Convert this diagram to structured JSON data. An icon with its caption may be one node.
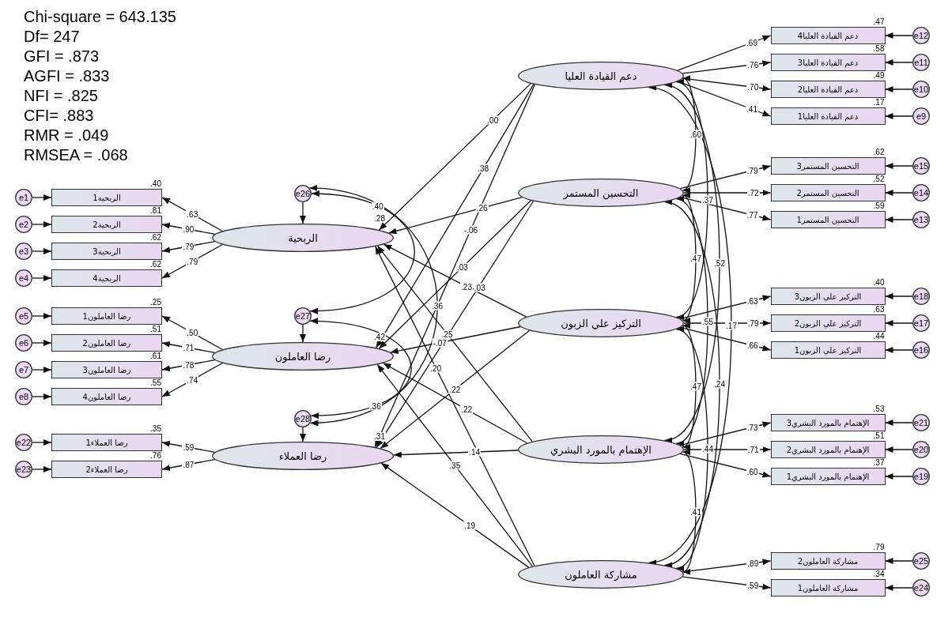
{
  "diagram": {
    "nodes": [
      {
        "text": [
          "الربحية"
        ],
        "beside": [
          ".28"
        ]
      },
      {
        "text": [
          "رضا العاملون"
        ],
        "beside": [
          ".42"
        ]
      },
      {
        "text": [
          "رضا العملاء"
        ],
        "beside": [
          ".31"
        ]
      },
      {
        "text": [
          "e26"
        ]
      },
      {
        "text": [
          "e27"
        ]
      },
      {
        "text": [
          "e28"
        ]
      },
      {
        "text": [
          "الربحية1"
        ],
        "beside": [
          ".40"
        ]
      },
      {
        "text": [
          "الربحية2"
        ],
        "beside": [
          ".81"
        ]
      },
      {
        "text": [
          "الربحية3"
        ],
        "beside": [
          ".62"
        ]
      },
      {
        "text": [
          "الربحية4"
        ],
        "beside": [
          ".62"
        ]
      },
      {
        "text": [
          "رضا العاملون1"
        ],
        "beside": [
          ".25"
        ]
      },
      {
        "text": [
          "رضا العاملون2"
        ],
        "beside": [
          ".51"
        ]
      },
      {
        "text": [
          "رضا العاملون3"
        ],
        "beside": [
          ".61"
        ]
      },
      {
        "text": [
          "رضا العاملون4"
        ],
        "beside": [
          ".55"
        ]
      },
      {
        "text": [
          "رضا العملاء1"
        ],
        "beside": [
          ".35"
        ]
      },
      {
        "text": [
          "رضا العملاء2"
        ],
        "beside": [
          ".76"
        ]
      },
      {
        "text": [
          "e1"
        ]
      },
      {
        "text": [
          "e2"
        ]
      },
      {
        "text": [
          "e3"
        ]
      },
      {
        "text": [
          "e4"
        ]
      },
      {
        "text": [
          "e5"
        ]
      },
      {
        "text": [
          "e6"
        ]
      },
      {
        "text": [
          "e7"
        ]
      },
      {
        "text": [
          "e8"
        ]
      },
      {
        "text": [
          "e22"
        ]
      },
      {
        "text": [
          "e23"
        ]
      },
      {
        "text": [
          "دعم القيادة العليا"
        ]
      },
      {
        "text": [
          "التحسين المستمر"
        ]
      },
      {
        "text": [
          "التركيز علي الزبون"
        ]
      },
      {
        "text": [
          "الإهتمام بالمورد البشري"
        ]
      },
      {
        "text": [
          "مشاركة العاملون"
        ]
      },
      {
        "text": [
          "دعم القيادة العليا4"
        ],
        "beside": [
          ".47"
        ]
      },
      {
        "text": [
          "دعم القيادة العليا3"
        ],
        "beside": [
          ".58"
        ]
      },
      {
        "text": [
          "دعم القيادة العليا2"
        ],
        "beside": [
          ".49"
        ]
      },
      {
        "text": [
          "دعم القيادة العليا1"
        ],
        "beside": [
          ".17"
        ]
      },
      {
        "text": [
          "التحسين المستمر3"
        ],
        "beside": [
          ".62"
        ]
      },
      {
        "text": [
          "التحسين المستمر2"
        ],
        "beside": [
          ".52"
        ]
      },
      {
        "text": [
          "التحسين المستمر1"
        ],
        "beside": [
          ".59"
        ]
      },
      {
        "text": [
          "التركيز علي الزبون3"
        ],
        "beside": [
          ".40"
        ]
      },
      {
        "text": [
          "التركيز علي الزبون2"
        ],
        "beside": [
          ".63"
        ]
      },
      {
        "text": [
          "التركيز علي الزبون1"
        ],
        "beside": [
          ".44"
        ]
      },
      {
        "text": [
          "الإهتمام بالمورد البشري3"
        ],
        "beside": [
          ".53"
        ]
      },
      {
        "text": [
          "الإهتمام بالمورد البشري2"
        ],
        "beside": [
          ".51"
        ]
      },
      {
        "text": [
          "الإهتمام بالمورد البشري1"
        ],
        "beside": [
          ".37"
        ]
      },
      {
        "text": [
          "مشاركة العاملون2"
        ],
        "beside": [
          ".79"
        ]
      },
      {
        "text": [
          "مشاركة العاملون1"
        ],
        "beside": [
          ".34"
        ]
      },
      {
        "text": [
          "e12"
        ]
      },
      {
        "text": [
          "e11"
        ]
      },
      {
        "text": [
          "e10"
        ]
      },
      {
        "text": [
          "e9"
        ]
      },
      {
        "text": [
          "e15"
        ]
      },
      {
        "text": [
          "e14"
        ]
      },
      {
        "text": [
          "e13"
        ]
      },
      {
        "text": [
          "e18"
        ]
      },
      {
        "text": [
          "e17"
        ]
      },
      {
        "text": [
          "e16"
        ]
      },
      {
        "text": [
          "e21"
        ]
      },
      {
        "text": [
          "e20"
        ]
      },
      {
        "text": [
          "e19"
        ]
      },
      {
        "text": [
          "e25"
        ]
      },
      {
        "text": [
          "e24"
        ]
      }
    ],
    "edges": [
      {
        "from": 0,
        "to": 6,
        "arrow": "to",
        "label": ".63"
      },
      {
        "from": 0,
        "to": 7,
        "arrow": "to",
        "label": ".90"
      },
      {
        "from": 0,
        "to": 8,
        "arrow": "to",
        "label": ".79"
      },
      {
        "from": 0,
        "to": 9,
        "arrow": "to",
        "label": ".79"
      },
      {
        "from": 1,
        "to": 10,
        "arrow": "to",
        "label": ".50"
      },
      {
        "from": 1,
        "to": 11,
        "arrow": "to",
        "label": ".71"
      },
      {
        "from": 1,
        "to": 12,
        "arrow": "to",
        "label": ".78"
      },
      {
        "from": 1,
        "to": 13,
        "arrow": "to",
        "label": ".74"
      },
      {
        "from": 2,
        "to": 14,
        "arrow": "to",
        "label": ".59"
      },
      {
        "from": 2,
        "to": 15,
        "arrow": "to",
        "label": ".87"
      },
      {
        "from": 26,
        "to": 31,
        "arrow": "to",
        "label": ".69"
      },
      {
        "from": 26,
        "to": 32,
        "arrow": "to",
        "label": ".76"
      },
      {
        "from": 26,
        "to": 33,
        "arrow": "to",
        "label": ".70"
      },
      {
        "from": 26,
        "to": 34,
        "arrow": "to",
        "label": ".41"
      },
      {
        "from": 27,
        "to": 35,
        "arrow": "to",
        "label": ".79"
      },
      {
        "from": 27,
        "to": 36,
        "arrow": "to",
        "label": ".72"
      },
      {
        "from": 27,
        "to": 37,
        "arrow": "to",
        "label": ".77"
      },
      {
        "from": 28,
        "to": 38,
        "arrow": "to",
        "label": ".63"
      },
      {
        "from": 28,
        "to": 39,
        "arrow": "to",
        "label": ".79"
      },
      {
        "from": 28,
        "to": 40,
        "arrow": "to",
        "label": ".66"
      },
      {
        "from": 29,
        "to": 41,
        "arrow": "to",
        "label": ".73"
      },
      {
        "from": 29,
        "to": 42,
        "arrow": "to",
        "label": ".71"
      },
      {
        "from": 29,
        "to": 43,
        "arrow": "to",
        "label": ".60"
      },
      {
        "from": 30,
        "to": 44,
        "arrow": "to",
        "label": ".89"
      },
      {
        "from": 30,
        "to": 45,
        "arrow": "to",
        "label": ".59"
      },
      {
        "from": 16,
        "to": 6,
        "arrow": "to"
      },
      {
        "from": 17,
        "to": 7,
        "arrow": "to"
      },
      {
        "from": 18,
        "to": 8,
        "arrow": "to"
      },
      {
        "from": 19,
        "to": 9,
        "arrow": "to"
      },
      {
        "from": 20,
        "to": 10,
        "arrow": "to"
      },
      {
        "from": 21,
        "to": 11,
        "arrow": "to"
      },
      {
        "from": 22,
        "to": 12,
        "arrow": "to"
      },
      {
        "from": 23,
        "to": 13,
        "arrow": "to"
      },
      {
        "from": 24,
        "to": 14,
        "arrow": "to"
      },
      {
        "from": 25,
        "to": 15,
        "arrow": "to"
      },
      {
        "from": 46,
        "to": 31,
        "arrow": "to"
      },
      {
        "from": 47,
        "to": 32,
        "arrow": "to"
      },
      {
        "from": 48,
        "to": 33,
        "arrow": "to"
      },
      {
        "from": 49,
        "to": 34,
        "arrow": "to"
      },
      {
        "from": 50,
        "to": 35,
        "arrow": "to"
      },
      {
        "from": 51,
        "to": 36,
        "arrow": "to"
      },
      {
        "from": 52,
        "to": 37,
        "arrow": "to"
      },
      {
        "from": 53,
        "to": 38,
        "arrow": "to"
      },
      {
        "from": 54,
        "to": 39,
        "arrow": "to"
      },
      {
        "from": 55,
        "to": 40,
        "arrow": "to"
      },
      {
        "from": 56,
        "to": 41,
        "arrow": "to"
      },
      {
        "from": 57,
        "to": 42,
        "arrow": "to"
      },
      {
        "from": 58,
        "to": 43,
        "arrow": "to"
      },
      {
        "from": 59,
        "to": 44,
        "arrow": "to"
      },
      {
        "from": 60,
        "to": 45,
        "arrow": "to"
      },
      {
        "from": 3,
        "to": 0,
        "arrow": "to"
      },
      {
        "from": 4,
        "to": 1,
        "arrow": "to"
      },
      {
        "from": 5,
        "to": 2,
        "arrow": "to"
      },
      {
        "from": 3,
        "to": 4,
        "arrow": "both",
        "label": ".40"
      },
      {
        "from": 4,
        "to": 5,
        "arrow": "both",
        "label": ".36"
      },
      {
        "from": 3,
        "to": 5,
        "arrow": "both",
        "label": ".36"
      },
      {
        "from": 26,
        "to": 0,
        "arrow": "to",
        "label": ".00"
      },
      {
        "from": 26,
        "to": 1,
        "arrow": "to",
        "label": ".38"
      },
      {
        "from": 26,
        "to": 2,
        "arrow": "to",
        "label": "-.06"
      },
      {
        "from": 27,
        "to": 0,
        "arrow": "to",
        "label": ".26"
      },
      {
        "from": 27,
        "to": 1,
        "arrow": "to",
        "label": ".03"
      },
      {
        "from": 27,
        "to": 2,
        "arrow": "to",
        "label": "-.03"
      },
      {
        "from": 28,
        "to": 0,
        "arrow": "to",
        "label": ".23"
      },
      {
        "from": 28,
        "to": 1,
        "arrow": "to",
        "label": "-.07"
      },
      {
        "from": 28,
        "to": 2,
        "arrow": "to",
        "label": ".22"
      },
      {
        "from": 29,
        "to": 0,
        "arrow": "to",
        "label": ".25"
      },
      {
        "from": 29,
        "to": 1,
        "arrow": "to",
        "label": ".22"
      },
      {
        "from": 29,
        "to": 2,
        "arrow": "to",
        "label": ".14"
      },
      {
        "from": 30,
        "to": 0,
        "arrow": "to",
        "label": ".20"
      },
      {
        "from": 30,
        "to": 1,
        "arrow": "to",
        "label": ".35"
      },
      {
        "from": 30,
        "to": 2,
        "arrow": "to",
        "label": ".19"
      },
      {
        "from": 26,
        "to": 27,
        "arrow": "both",
        "label": ".60"
      },
      {
        "from": 27,
        "to": 28,
        "arrow": "both",
        "label": ".47"
      },
      {
        "from": 28,
        "to": 29,
        "arrow": "both",
        "label": ".47"
      },
      {
        "from": 29,
        "to": 30,
        "arrow": "both",
        "label": ".41"
      },
      {
        "from": 26,
        "to": 28,
        "arrow": "both",
        "label": ".37"
      },
      {
        "from": 27,
        "to": 29,
        "arrow": "both",
        "label": ".55"
      },
      {
        "from": 28,
        "to": 30,
        "arrow": "both",
        "label": ".44"
      },
      {
        "from": 26,
        "to": 29,
        "arrow": "both",
        "label": ".52"
      },
      {
        "from": 27,
        "to": 30,
        "arrow": "both",
        "label": ".24"
      },
      {
        "from": 26,
        "to": 30,
        "arrow": "both",
        "label": ".17"
      }
    ],
    "labels": [
      "Chi-square = 643.135",
      "Df= 247",
      "GFI = .873",
      "AGFI = .833",
      "NFI = .825",
      "CFI= .883",
      "RMR = .049",
      "RMSEA = .068"
    ]
  }
}
